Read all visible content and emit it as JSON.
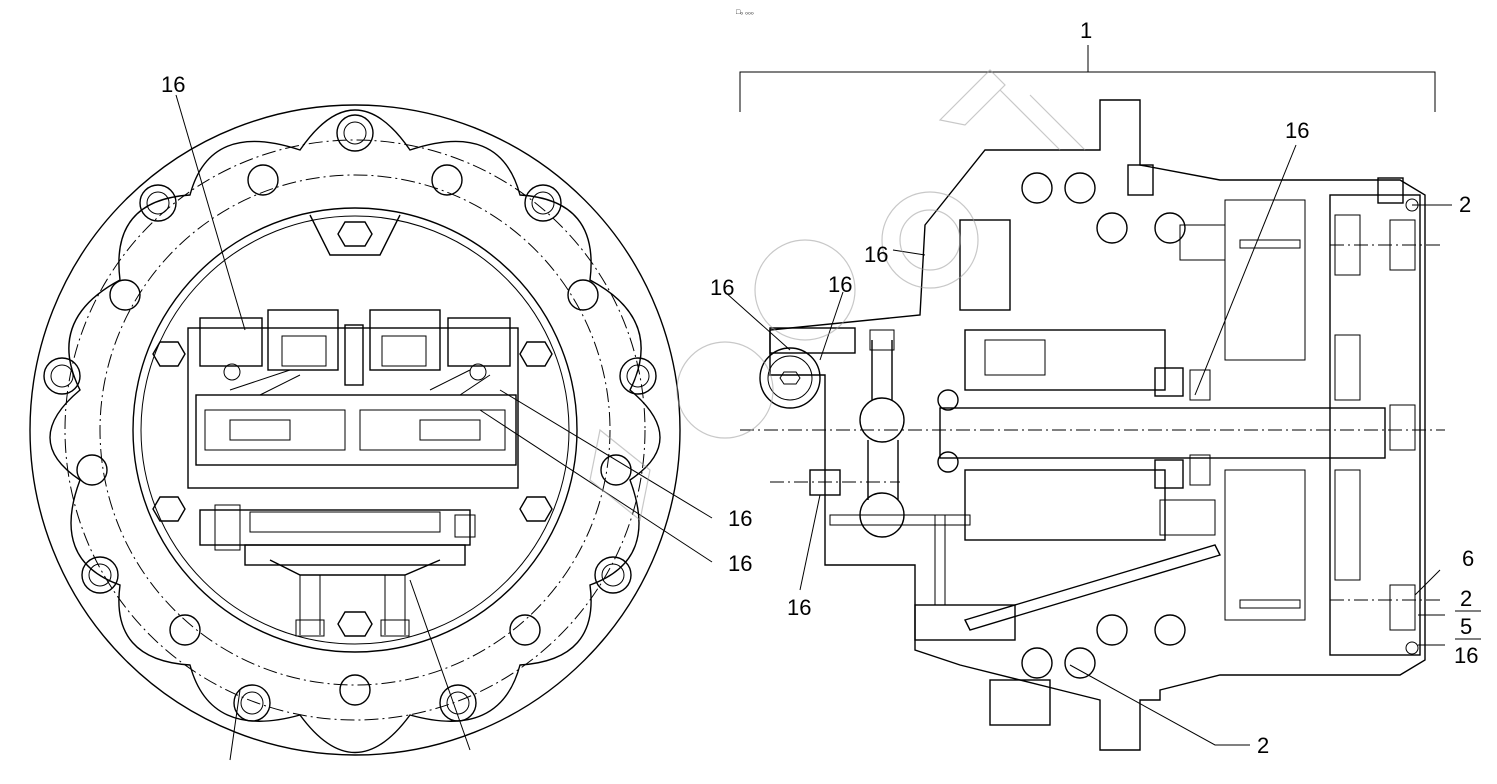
{
  "header_mark": "□₀ ₀₀₀",
  "callouts": {
    "assembly": "1",
    "seal_right_top": "2",
    "seal_bottom": "2",
    "bolt_right": "6",
    "kit_a": "2",
    "kit_b": "5",
    "kit_c": "16",
    "left_top": "16",
    "left_mid_a": "16",
    "left_mid_b": "16",
    "center_a": "16",
    "center_b": "16",
    "center_c": "16",
    "center_bottom": "16",
    "right_top": "16"
  }
}
